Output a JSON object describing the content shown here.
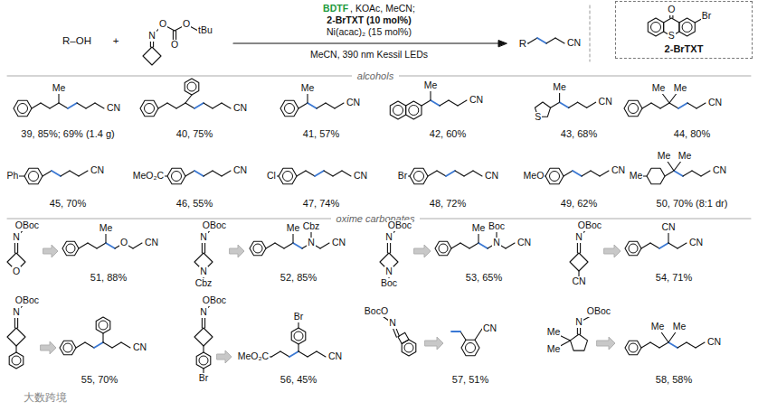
{
  "diagram": {
    "nodes": [
      {
        "text": [
          "2-BrTXT"
        ]
      }
    ],
    "labels": [
      "R–OH",
      "+",
      "N",
      "O",
      "O",
      "O",
      "tBu",
      "BDTF",
      ", KOAc, MeCN;",
      "2-BrTXT (10 mol%)",
      "Ni(acac)₂ (15 mol%)",
      "MeCN, 390 nm Kessil LEDs",
      "R",
      "CN",
      "O",
      "S",
      "Br",
      "alcohols",
      "Me",
      "CN",
      "39, 85%; 69% (1.4 g)",
      "CN",
      "40, 75%",
      "Me",
      "CN",
      "41, 57%",
      "Me",
      "CN",
      "42, 60%",
      "S",
      "Me",
      "CN",
      "43, 68%",
      "Me",
      "Me",
      "CN",
      "44, 80%",
      "Ph",
      "CN",
      "45, 70%",
      "MeO₂C",
      "CN",
      "46, 55%",
      "Cl",
      "CN",
      "47, 74%",
      "Br",
      "CN",
      "48, 72%",
      "MeO",
      "CN",
      "49, 62%",
      "Me",
      "Me",
      "Me",
      "CN",
      "50, 70% (8:1 dr)",
      "oxime carbonates",
      "OBoc",
      "N",
      "O",
      "Me",
      "O",
      "CN",
      "51, 88%",
      "OBoc",
      "N",
      "N",
      "Cbz",
      "Me",
      "Cbz",
      "N",
      "CN",
      "52, 85%",
      "OBoc",
      "N",
      "N",
      "Boc",
      "Me",
      "Boc",
      "N",
      "CN",
      "53, 65%",
      "OBoc",
      "N",
      "CN",
      "CN",
      "CN",
      "54, 71%",
      "OBoc",
      "N",
      "CN",
      "55, 70%",
      "OBoc",
      "N",
      "Br",
      "Br",
      "MeO₂C",
      "CN",
      "56, 45%",
      "BocO",
      "N",
      "CN",
      "57, 51%",
      "OBoc",
      "N",
      "Me",
      "Me",
      "Me",
      "Me",
      "CN",
      "58, 58%",
      "大数跨境"
    ]
  }
}
